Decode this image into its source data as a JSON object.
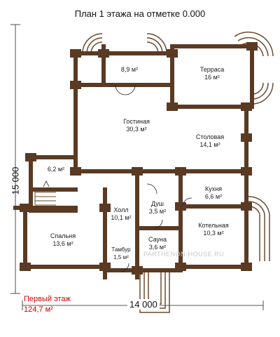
{
  "title": "План 1 этажа на отметке 0.000",
  "dimensions": {
    "width": "14 000",
    "height": "15 000"
  },
  "total": {
    "line1": "Первый этаж",
    "line2": "124,7 м²"
  },
  "watermark": "PARTHENON-HOUSE.RU",
  "rooms": [
    {
      "id": "vestibule",
      "name": "",
      "area": "8,9 м²"
    },
    {
      "id": "terrace",
      "name": "Терраса",
      "area": "16 м²"
    },
    {
      "id": "living",
      "name": "Гостиная",
      "area": "30,3 м²"
    },
    {
      "id": "dining",
      "name": "Столовая",
      "area": "14,1 м²"
    },
    {
      "id": "small",
      "name": "",
      "area": "6,2 м²"
    },
    {
      "id": "hall",
      "name": "Холл",
      "area": "10,1 м²"
    },
    {
      "id": "shower",
      "name": "Душ",
      "area": "3,5 м²"
    },
    {
      "id": "kitchen",
      "name": "Кухня",
      "area": "6,6 м²"
    },
    {
      "id": "boiler",
      "name": "Котельная",
      "area": "10,3 м²"
    },
    {
      "id": "bedroom",
      "name": "Спальня",
      "area": "13,6 м²"
    },
    {
      "id": "sauna",
      "name": "Сауна",
      "area": "3,6 м²"
    },
    {
      "id": "tambour",
      "name": "Тамбур",
      "area": "1,5 м²"
    }
  ]
}
